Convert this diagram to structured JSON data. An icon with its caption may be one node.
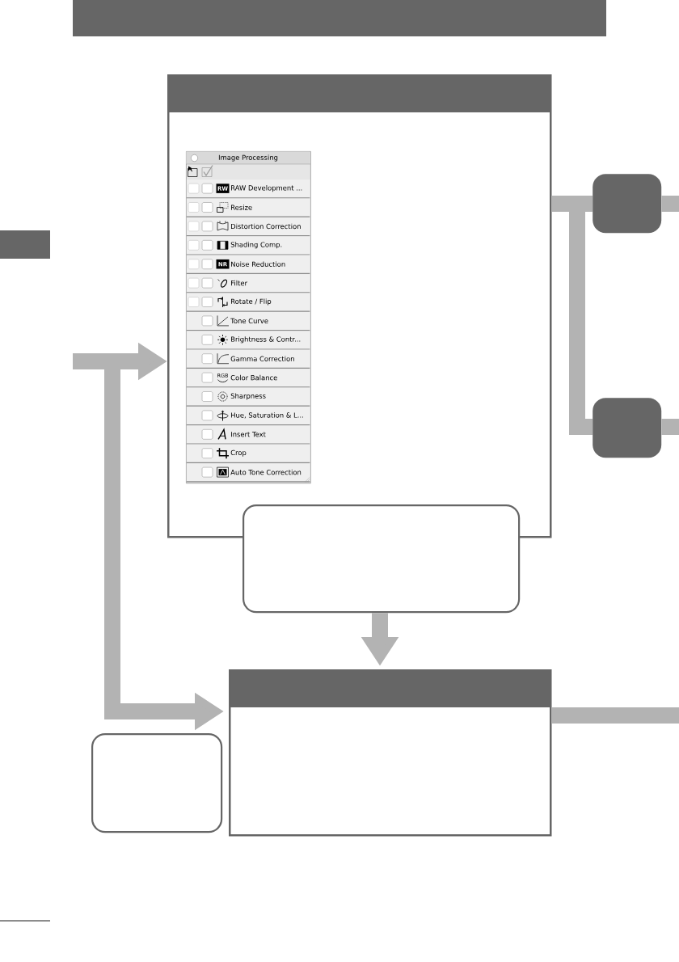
{
  "diagram": {
    "nodes": [
      {
        "text": [],
        "shape": "box"
      },
      {
        "text": [
          "Image Processing"
        ],
        "in": 0
      },
      {
        "text": [
          "RAW Development ..."
        ],
        "in": 1
      },
      {
        "text": [
          "Resize"
        ],
        "in": 1
      },
      {
        "text": [
          "Distortion Correction"
        ],
        "in": 1
      },
      {
        "text": [
          "Shading Comp."
        ],
        "in": 1
      },
      {
        "text": [
          "Noise Reduction"
        ],
        "in": 1
      },
      {
        "text": [
          "Filter"
        ],
        "in": 1
      },
      {
        "text": [
          "Rotate / Flip"
        ],
        "in": 1
      },
      {
        "text": [
          "Tone Curve"
        ],
        "in": 1
      },
      {
        "text": [
          "Brightness & Contr..."
        ],
        "in": 1
      },
      {
        "text": [
          "Gamma Correction"
        ],
        "in": 1
      },
      {
        "text": [
          "Color Balance"
        ],
        "in": 1
      },
      {
        "text": [
          "Sharpness"
        ],
        "in": 1
      },
      {
        "text": [
          "Hue, Saturation & L..."
        ],
        "in": 1
      },
      {
        "text": [
          "Insert Text"
        ],
        "in": 1
      },
      {
        "text": [
          "Crop"
        ],
        "in": 1
      },
      {
        "text": [
          "Auto Tone Correction"
        ],
        "in": 1
      },
      {
        "text": [],
        "shape": "box"
      },
      {
        "text": [],
        "shape": "box"
      },
      {
        "text": [],
        "shape": "box"
      },
      {
        "text": [],
        "shape": "box"
      },
      {
        "text": [],
        "shape": "box"
      }
    ],
    "edges": [
      {
        "from": null,
        "to": 0,
        "arrow": "to"
      },
      {
        "from": null,
        "to": 21,
        "arrow": "to"
      },
      {
        "from": 0,
        "to": 18,
        "arrow": "none"
      },
      {
        "from": 0,
        "to": 19,
        "arrow": "none"
      },
      {
        "from": 18,
        "to": null,
        "arrow": "none"
      },
      {
        "from": 19,
        "to": null,
        "arrow": "none"
      },
      {
        "from": 20,
        "to": 21,
        "arrow": "to"
      },
      {
        "from": 21,
        "to": null,
        "arrow": "none"
      }
    ],
    "labels": [
      "RW",
      "NR",
      "RGB"
    ]
  }
}
